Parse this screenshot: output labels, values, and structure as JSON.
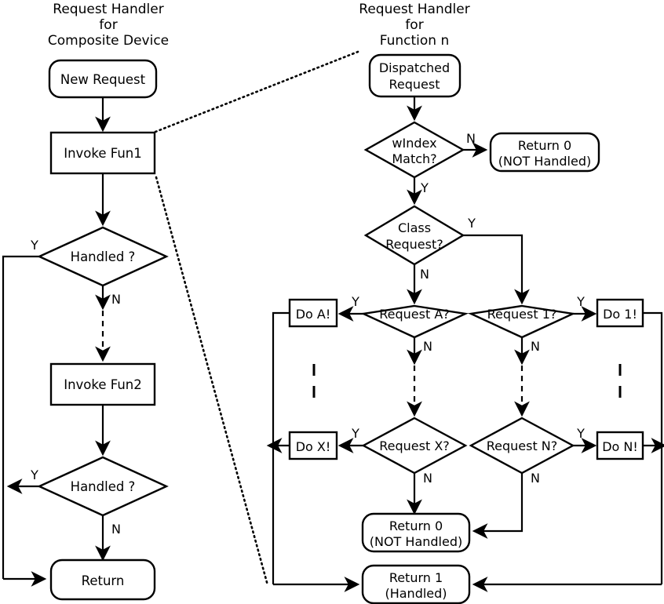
{
  "diagram": {
    "title_left": [
      "Request Handler",
      "for",
      "Composite Device"
    ],
    "title_right": [
      "Request Handler",
      "for",
      "Function n"
    ],
    "left_column": {
      "new_request": "New Request",
      "invoke_fun1": "Invoke Fun1",
      "handled_1": "Handled ?",
      "invoke_fun2": "Invoke Fun2",
      "handled_2": "Handled ?",
      "return": "Return",
      "labels": {
        "handled1_yes": "Y",
        "handled1_no": "N",
        "handled2_yes": "Y",
        "handled2_no": "N"
      }
    },
    "right_column": {
      "dispatched_request": [
        "Dispatched",
        "Request"
      ],
      "windex_match": [
        "wIndex",
        "Match?"
      ],
      "return_0_top": [
        "Return 0",
        "(NOT Handled)"
      ],
      "class_request": [
        "Class",
        "Request?"
      ],
      "request_a": "Request A?",
      "request_1": "Request 1?",
      "request_x": "Request X?",
      "request_n": "Request N?",
      "do_a": "Do A!",
      "do_1": "Do 1!",
      "do_x": "Do X!",
      "do_n": "Do N!",
      "return_0_bottom": [
        "Return 0",
        "(NOT Handled)"
      ],
      "return_1": [
        "Return 1",
        "(Handled)"
      ],
      "labels": {
        "windex_no": "N",
        "windex_yes": "Y",
        "class_yes": "Y",
        "class_no": "N",
        "request_a_yes": "Y",
        "request_a_no": "N",
        "request_1_yes": "Y",
        "request_1_no": "N",
        "request_x_yes": "Y",
        "request_x_no": "N",
        "request_n_yes": "Y",
        "request_n_no": "N"
      }
    },
    "colors": {
      "stroke": "#000000",
      "fill": "#ffffff",
      "background": "#ffffff"
    }
  }
}
